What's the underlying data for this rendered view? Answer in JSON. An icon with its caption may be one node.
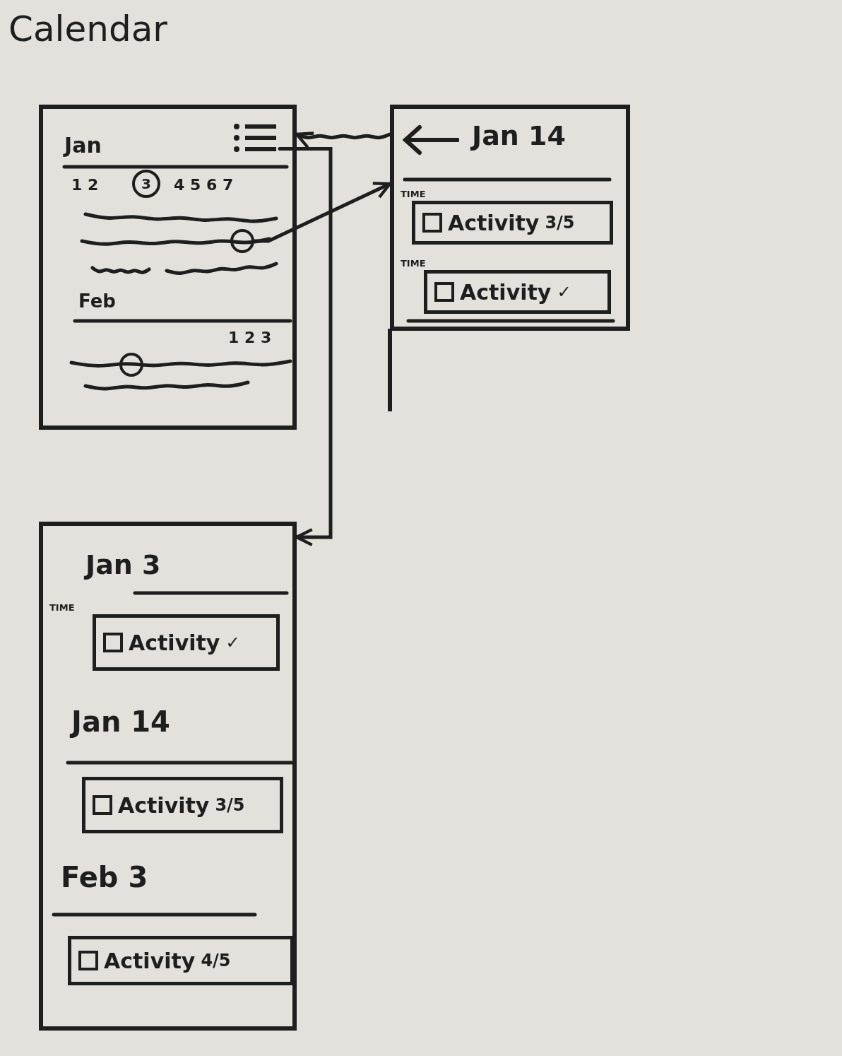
{
  "diagram": {
    "title": "Calendar",
    "nodes": [
      {
        "text": [
          "Jan",
          "1 2",
          "4 5 6 7",
          "Feb",
          "1 2 3"
        ]
      },
      {
        "text": [
          "3"
        ],
        "in": 0
      },
      {
        "text": [],
        "shape": "icon",
        "in": 0
      },
      {
        "text": [],
        "shape": "circle",
        "in": 0
      },
      {
        "text": [],
        "shape": "circle",
        "in": 0
      },
      {
        "text": [
          "Jan 14"
        ]
      },
      {
        "text": [
          "Activity",
          "3/5"
        ],
        "in": 5,
        "beside": [
          "TIME"
        ]
      },
      {
        "text": [
          "Activity",
          "✓"
        ],
        "in": 5,
        "beside": [
          "TIME"
        ]
      },
      {
        "text": [
          "Jan 3",
          "Jan 14",
          "Feb 3"
        ]
      },
      {
        "text": [
          "Activity",
          "✓"
        ],
        "in": 8,
        "beside": [
          "TIME"
        ]
      },
      {
        "text": [
          "Activity",
          "3/5"
        ],
        "in": 8
      },
      {
        "text": [
          "Activity",
          "4/5"
        ],
        "in": 8
      }
    ],
    "edges": [
      {
        "from": 3,
        "to": 5,
        "arrow": "to"
      },
      {
        "from": 2,
        "to": 8,
        "arrow": "to"
      },
      {
        "from": 5,
        "to": 0,
        "arrow": "to"
      }
    ]
  }
}
